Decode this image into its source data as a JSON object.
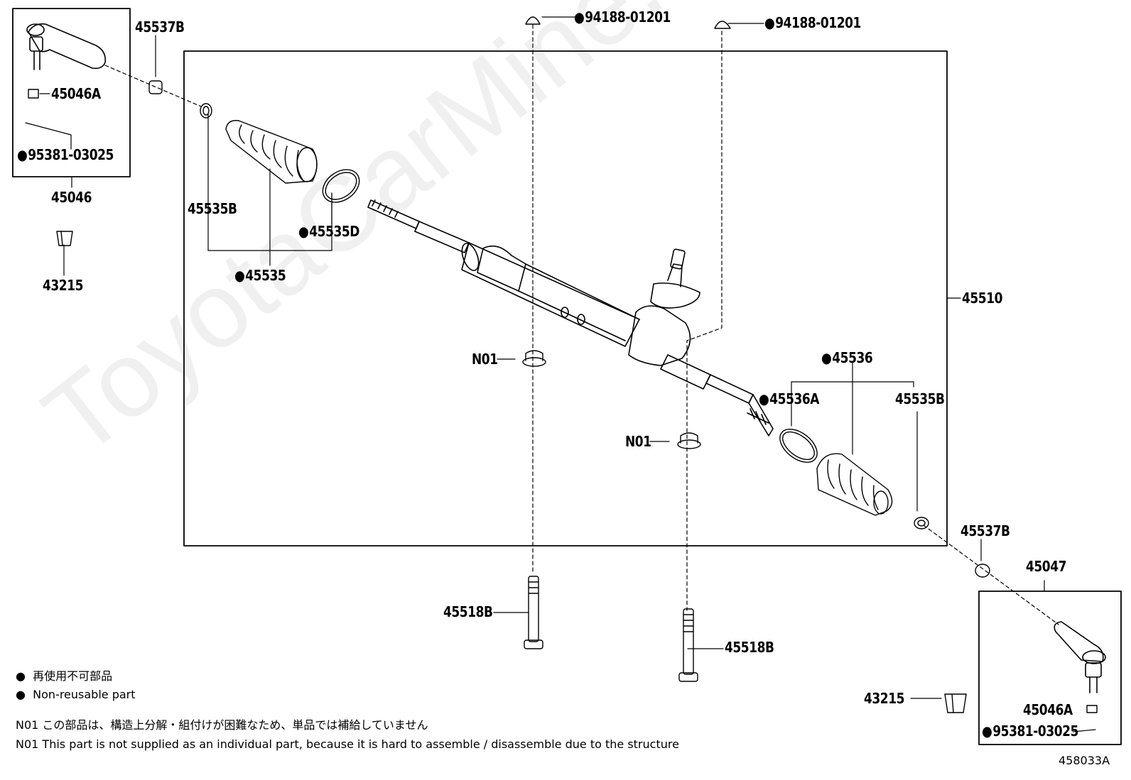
{
  "watermark": "ToyotaCarMine.ru",
  "parts": {
    "p45537B_left": "45537B",
    "p45046A_left": "45046A",
    "p95381_left": "95381-03025",
    "p45046": "45046",
    "p43215_left": "43215",
    "p94188_a": "94188-01201",
    "p94188_b": "94188-01201",
    "p45535B_left": "45535B",
    "p45535D": "45535D",
    "p45535": "45535",
    "p45510": "45510",
    "pN01_a": "N01",
    "pN01_b": "N01",
    "p45536": "45536",
    "p45536A": "45536A",
    "p45535B_right": "45535B",
    "p45537B_right": "45537B",
    "p45047": "45047",
    "p45518B_left": "45518B",
    "p45518B_right": "45518B",
    "p43215_right": "43215",
    "p45046A_right": "45046A",
    "p95381_right": "95381-03025"
  },
  "legend": {
    "non_reusable_jp": "再使用不可部品",
    "non_reusable_en": "Non-reusable part"
  },
  "notes": {
    "n01_jp": "N01 この部品は、構造上分解・組付けが困難なため、単品では補給していません",
    "n01_en": "N01 This part is not supplied as an individual part, because it is hard to assemble / disassemble due to the structure"
  },
  "diagram_id": "458033A"
}
